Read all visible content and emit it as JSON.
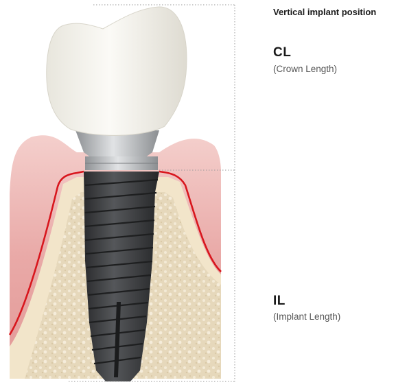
{
  "title": "Vertical implant position",
  "crown_length": {
    "abbr": "CL",
    "description": "(Crown Length)"
  },
  "implant_length": {
    "abbr": "IL",
    "description": "(Implant Length)"
  },
  "colors": {
    "gum": "#e8a9a7",
    "gum_highlight": "#f6d6d3",
    "gum_margin_line": "#d8161d",
    "bone_cortical": "#f2e4c9",
    "bone_cancellous": "#e4d6b8",
    "implant": "#3a3b3d",
    "abutment": "#b9bcbf",
    "crown": "#f3f2ec",
    "guide_line": "#9a9a9a"
  }
}
